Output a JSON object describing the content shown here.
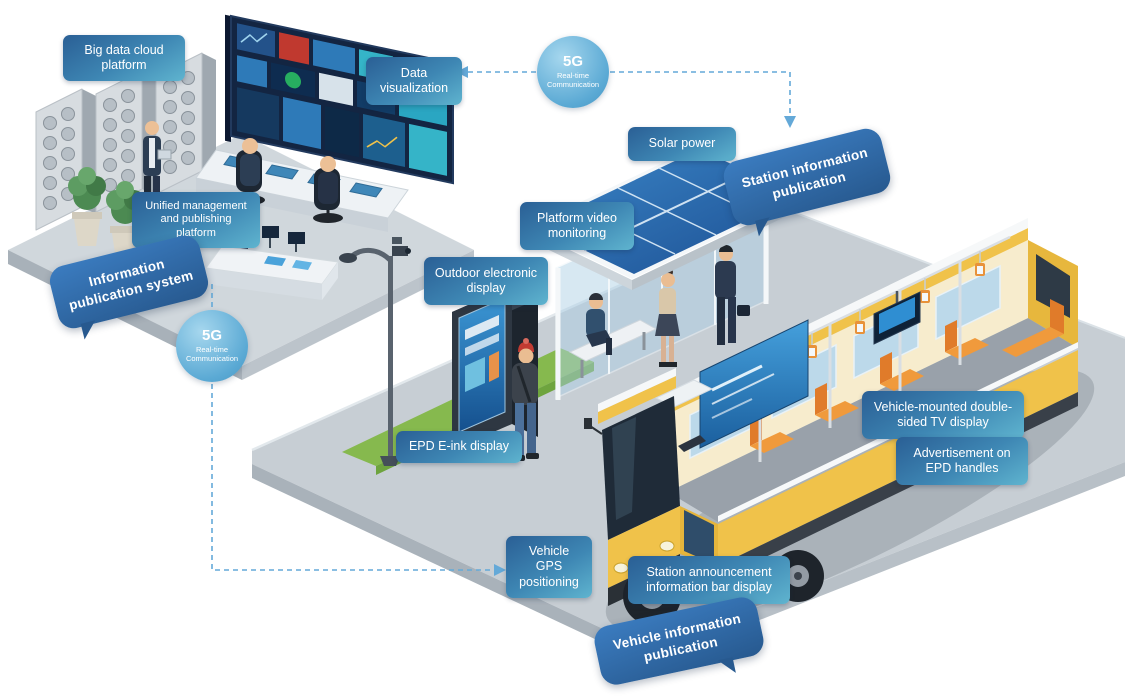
{
  "labels": {
    "big_data": "Big data cloud platform",
    "data_visualization": "Data visualization",
    "solar_power": "Solar power",
    "platform_video": "Platform video monitoring",
    "unified_platform": "Unified management and publishing platform",
    "outdoor_display": "Outdoor electronic display",
    "epd_eink": "EPD E-ink display",
    "vehicle_tv": "Vehicle-mounted double-sided TV display",
    "epd_handles": "Advertisement on EPD handles",
    "vehicle_gps": "Vehicle GPS positioning",
    "station_bar": "Station announcement information bar display"
  },
  "bubbles": {
    "information_publication": "Information publication system",
    "station_information": "Station information publication",
    "vehicle_information": "Vehicle information publication"
  },
  "badge_5g": {
    "title": "5G",
    "line1": "Real-time",
    "line2": "Communication"
  },
  "colors": {
    "label_gradient_start": "#2a5f95",
    "label_gradient_end": "#5fb4cf",
    "bubble_blue": "#2e6cae",
    "badge_blue": "#5aa9d4",
    "bus_yellow": "#f0c24a",
    "connector_blue": "#64a9d8",
    "solar_blue": "#2a6cb0",
    "grass_green": "#86b94e"
  }
}
